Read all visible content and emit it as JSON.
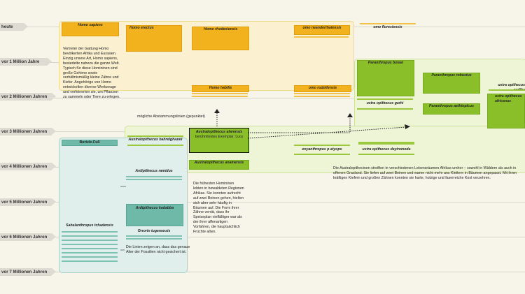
{
  "timeline": [
    {
      "label": "heute"
    },
    {
      "label": "vor 1 Million Jahre"
    },
    {
      "label": "vor 2 Millionen Jahren"
    },
    {
      "label": "vor 3 Millionen Jahren"
    },
    {
      "label": "vor 4 Millionen Jahren"
    },
    {
      "label": "vor 5 Millionen Jahren"
    },
    {
      "label": "vor 6 Millionen Jahren"
    },
    {
      "label": "vor 7 Millionen Jahren"
    }
  ],
  "homo": {
    "sapiens": "Homo sapiens",
    "erectus": "Homo erectus",
    "rhodesiensis": "Homo rhodesiensis",
    "neanderthalensis": "omo neanderthalensis",
    "floresiensis": "omo floresiensis",
    "habilis": "Homo habilis",
    "rudolfensis": "omo rudolfensis"
  },
  "para": {
    "boisei": "Paranthropus boisei",
    "robustus": "Paranthropus robustus",
    "aethiopicus": "Paranthropus aethiopicus",
    "garhi": "ustra opithecus garhi",
    "sediba": "ustra opithecus sediba",
    "africanus": "ustra opithecus africanus",
    "deyiremeda": "ustra opithecus deyiremeda",
    "kenyanthropus": "enyanthropus p atyops"
  },
  "austr": {
    "bahrelghazali": "Australopithecus bahrelghazali",
    "afarensis": "Australopithecus afarensis",
    "lucy": "berühmtestes Exemplar: Lucy",
    "anamensis": "Australopithecus anamensis"
  },
  "early": {
    "burtele": "Burtele-Fuß",
    "ramidus": "Ardipithecus ramidus",
    "kadabba": "Ardipithecus kadabba",
    "orrorin": "Orrorin tugenensis",
    "sahelanthropus": "Sahelanthropus tchadensis"
  },
  "notes": {
    "homo_text": "Vertreter der Gattung Homo bevölkerten Afrika und Eurasien. Einzig unsere Art, Homo sapiens, besiedelte nahezu die ganze Welt. Typisch für diese Homininen sind große Gehirne sowie verhältnismäßig kleine Zähne und Kiefer. Angehörige von Homo entwickelten diverse Werkzeuge und verfeinerten sie, um Pflanzen zu sammeln oder Tiere zu erlegen.",
    "lines_note": "mögliche Abstammungslinien (gepunktet)",
    "early_text": "Die frühesten Homininen lebten in bewaldeten Regionen Afrikas. Sie konnten aufrecht auf zwei Beinen gehen, hielten sich aber sehr häufig in Bäumen auf. Die Form ihrer Zähne verrät, dass ihr Speiseplan vielfältiger war als der ihrer affenartigen Vorfahren, die hauptsächlich Früchte aßen.",
    "fossil_note": "Die Linien zeigen an, dass das genaue Alter der Fossilien nicht gesichert ist.",
    "austr_text": "Die Australopithecinen streiften in verschiedenen Lebensräumen Afrikas umher – sowohl in Wäldern als auch in offenen Grasland. Sie liefen auf zwei Beinen und waren nicht mehr ans Klettern in Bäumen angepasst. Mit ihren kräftigen Kiefern und großen Zähnen konnten sie harte, holzige und faserreiche Kost verzehren."
  },
  "colors": {
    "homo": "#f2b21d",
    "australopith": "#8bbf2a",
    "early": "#6fb9a9",
    "background": "#f7f4ea"
  }
}
